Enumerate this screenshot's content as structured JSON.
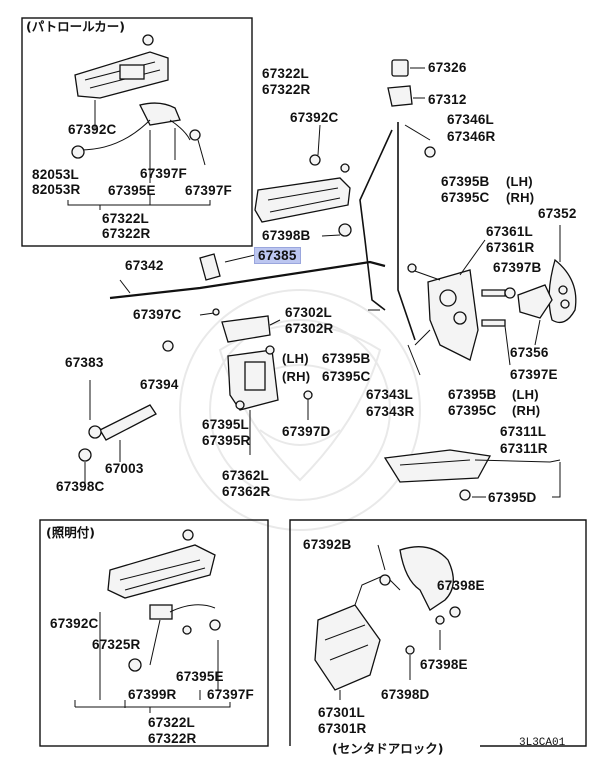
{
  "groups": {
    "patrol_car": "(パトロールカー)",
    "with_lighting": "(照明付)",
    "central_door_lock": "(センタドアロック)"
  },
  "labels": {
    "p67322L_a": "67322L",
    "p67322R_a": "67322R",
    "p67392C_a": "67392C",
    "p82053L": "82053L",
    "p82053R": "82053R",
    "p67397F_a1": "67397F",
    "p67395E_a": "67395E",
    "p67397F_a2": "67397F",
    "p67322L_b": "67322L",
    "p67322R_b": "67322R",
    "p67322L_c": "67322L",
    "p67322R_c": "67322R",
    "p67392C_c": "67392C",
    "p67398B": "67398B",
    "p67385": "67385",
    "p67342": "67342",
    "p67397C": "67397C",
    "p67302L": "67302L",
    "p67302R": "67302R",
    "p67383": "67383",
    "p67394": "67394",
    "p67003": "67003",
    "p67398C": "67398C",
    "p67395L": "67395L",
    "p67395R": "67395R",
    "p67397D": "67397D",
    "p67362L": "67362L",
    "p67362R": "67362R",
    "lh": "(LH)",
    "rh": "(RH)",
    "p67326": "67326",
    "p67312": "67312",
    "p67346L": "67346L",
    "p67346R": "67346R",
    "p67395B_1": "67395B",
    "p67395C_1": "67395C",
    "lh_1": "(LH)",
    "rh_1": "(RH)",
    "p67352": "67352",
    "p67361L": "67361L",
    "p67361R": "67361R",
    "p67397B": "67397B",
    "p67356": "67356",
    "p67397E": "67397E",
    "p67395B_2": "67395B",
    "p67395C_2": "67395C",
    "p67343L": "67343L",
    "p67343R": "67343R",
    "p67395B_3": "67395B",
    "p67395C_3": "67395C",
    "lh_3": "(LH)",
    "rh_3": "(RH)",
    "p67311L": "67311L",
    "p67311R": "67311R",
    "p67395D": "67395D",
    "p67392C_l": "67392C",
    "p67325R": "67325R",
    "p67395E_l": "67395E",
    "p67399R": "67399R",
    "p67397F_l": "67397F",
    "p67392B": "67392B",
    "p67398E_1": "67398E",
    "p67398E_2": "67398E",
    "p67398D": "67398D",
    "p67301L": "67301L",
    "p67301R": "67301R"
  },
  "diagram_code": "3L3CA01",
  "highlight_color": "#bcc6f0"
}
